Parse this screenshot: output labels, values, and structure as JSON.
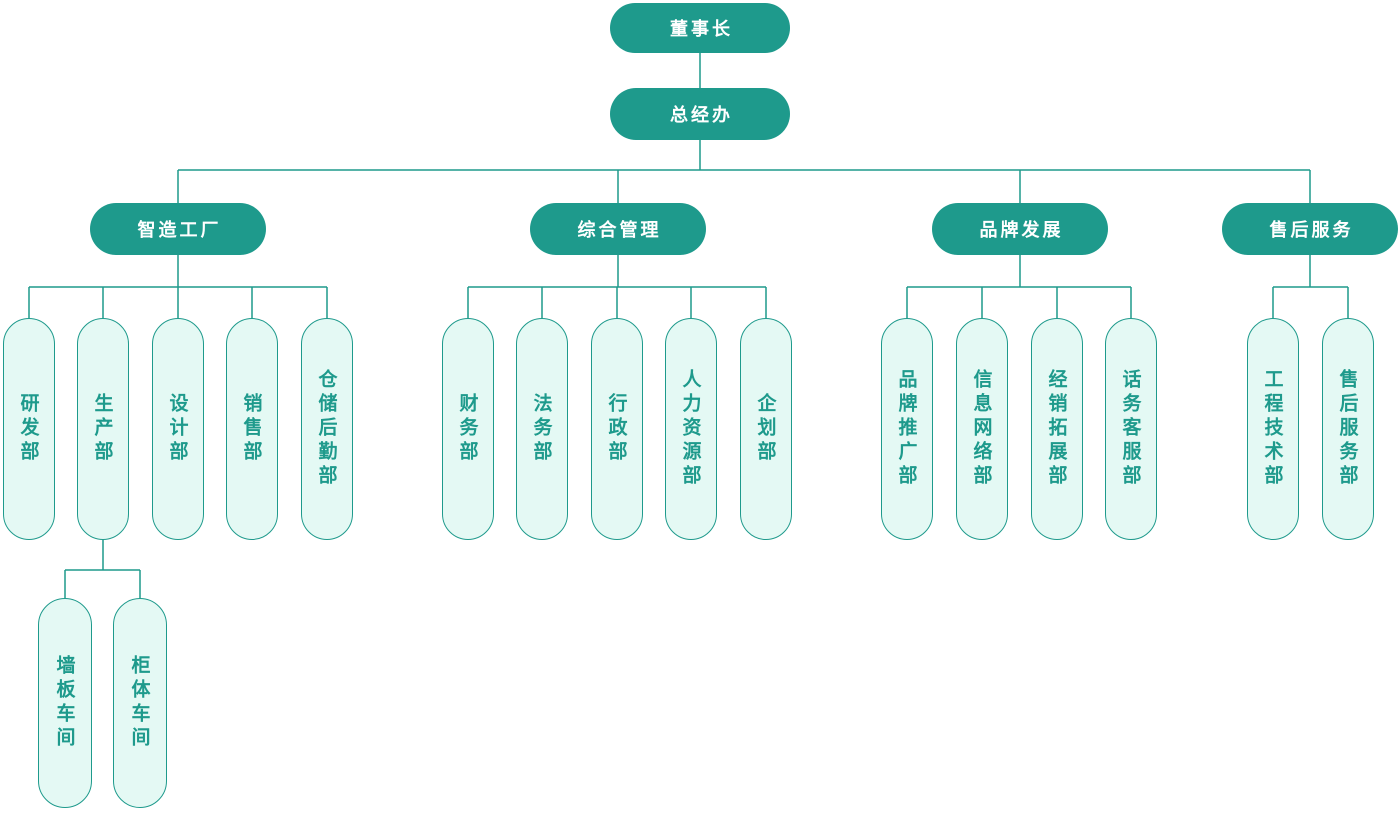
{
  "colors": {
    "background": "#ffffff",
    "node_fill": "#1e9a8c",
    "node_text": "#ffffff",
    "leaf_fill": "#e4f9f4",
    "leaf_border": "#1e9a8c",
    "leaf_text": "#1e9a8c",
    "connector": "#1e9a8c"
  },
  "root": {
    "label": "董事长"
  },
  "office": {
    "label": "总经办"
  },
  "branches": [
    {
      "label": "智造工厂",
      "children": [
        "研发部",
        "生产部",
        "设计部",
        "销售部",
        "仓储后勤部"
      ]
    },
    {
      "label": "综合管理",
      "children": [
        "财务部",
        "法务部",
        "行政部",
        "人力资源部",
        "企划部"
      ]
    },
    {
      "label": "品牌发展",
      "children": [
        "品牌推广部",
        "信息网络部",
        "经销拓展部",
        "话务客服部"
      ]
    },
    {
      "label": "售后服务",
      "children": [
        "工程技术部",
        "售后服务部"
      ]
    }
  ],
  "workshops": [
    "墙板车间",
    "柜体车间"
  ]
}
